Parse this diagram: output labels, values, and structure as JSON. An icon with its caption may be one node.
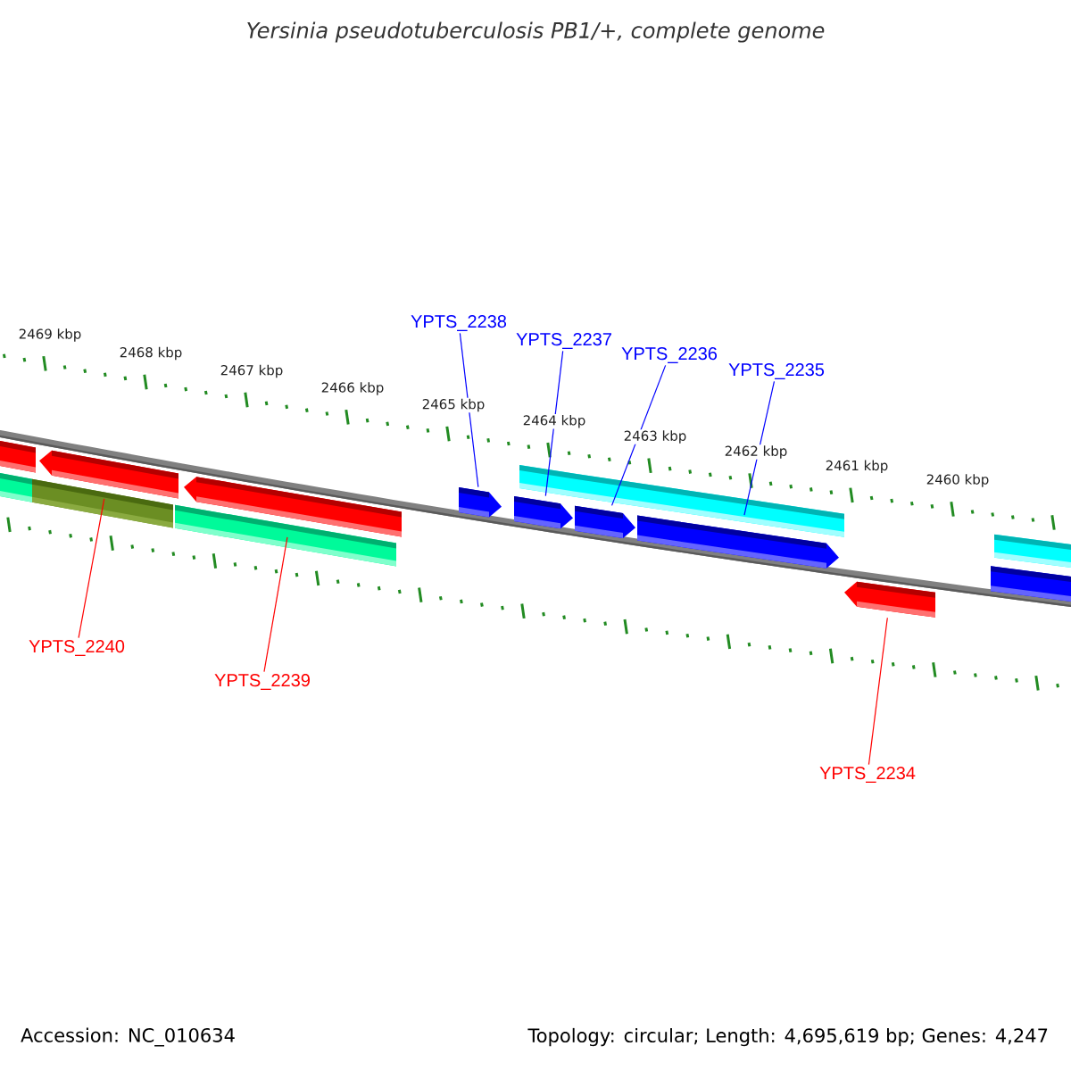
{
  "diagram": {
    "title": "Yersinia pseudotuberculosis PB1/+, complete genome",
    "nodes": [
      {
        "text": [
          "YPTS_2238"
        ]
      },
      {
        "text": [
          "YPTS_2237"
        ]
      },
      {
        "text": [
          "YPTS_2236"
        ]
      },
      {
        "text": [
          "YPTS_2235"
        ]
      },
      {
        "text": [
          "YPTS_2240"
        ]
      },
      {
        "text": [
          "YPTS_2239"
        ]
      },
      {
        "text": [
          "YPTS_2234"
        ]
      },
      {
        "text": [],
        "shape": "arrow"
      },
      {
        "text": [],
        "shape": "arrow"
      },
      {
        "text": [],
        "shape": "arrow"
      },
      {
        "text": [],
        "shape": "arrow"
      },
      {
        "text": [],
        "shape": "arrow"
      },
      {
        "text": [],
        "shape": "arrow"
      },
      {
        "text": [],
        "shape": "arrow"
      }
    ],
    "edges": [
      {
        "from": 0,
        "to": 7,
        "arrow": "none"
      },
      {
        "from": 1,
        "to": 8,
        "arrow": "none"
      },
      {
        "from": 2,
        "to": 9,
        "arrow": "none"
      },
      {
        "from": 3,
        "to": 10,
        "arrow": "none"
      },
      {
        "from": 4,
        "to": 11,
        "arrow": "none",
        "color": "#ff0000"
      },
      {
        "from": 5,
        "to": 12,
        "arrow": "none",
        "color": "#ff0000"
      },
      {
        "from": 6,
        "to": 13,
        "arrow": "none",
        "color": "#ff0000"
      }
    ],
    "labels": [
      "2469 kbp",
      "2468 kbp",
      "2467 kbp",
      "2466 kbp",
      "2465 kbp",
      "2464 kbp",
      "2463 kbp",
      "2462 kbp",
      "2461 kbp",
      "2460 kbp",
      "Accession: NC_010634",
      "Topology: circular; Length: 4,695,619 bp; Genes: 4,247"
    ]
  }
}
